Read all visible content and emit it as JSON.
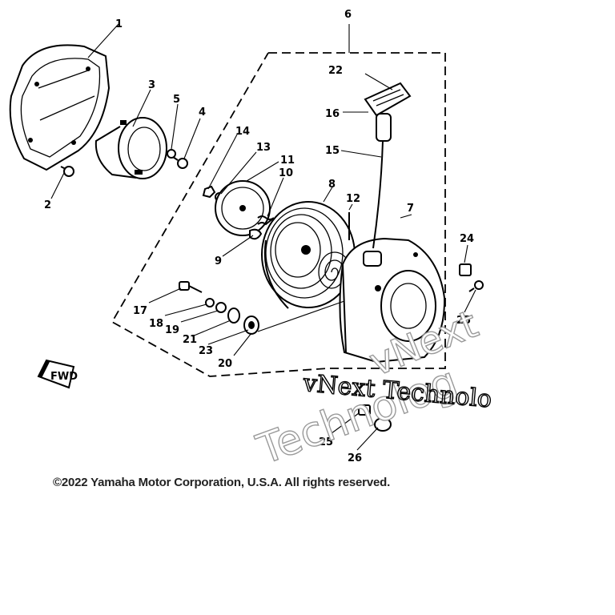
{
  "diagram": {
    "part_numbers": [
      "1",
      "2",
      "3",
      "4",
      "5",
      "6",
      "7",
      "8",
      "9",
      "10",
      "11",
      "12",
      "13",
      "14",
      "15",
      "16",
      "17",
      "18",
      "19",
      "20",
      "21",
      "22",
      "23",
      "24",
      "25",
      "25",
      "26"
    ],
    "fwd_label": "FWD",
    "watermark": {
      "line1": "vNext Technolo",
      "line2": "vNext",
      "line3": "Technolog"
    }
  },
  "copyright": "©2022 Yamaha Motor Corporation, U.S.A. All rights reserved."
}
